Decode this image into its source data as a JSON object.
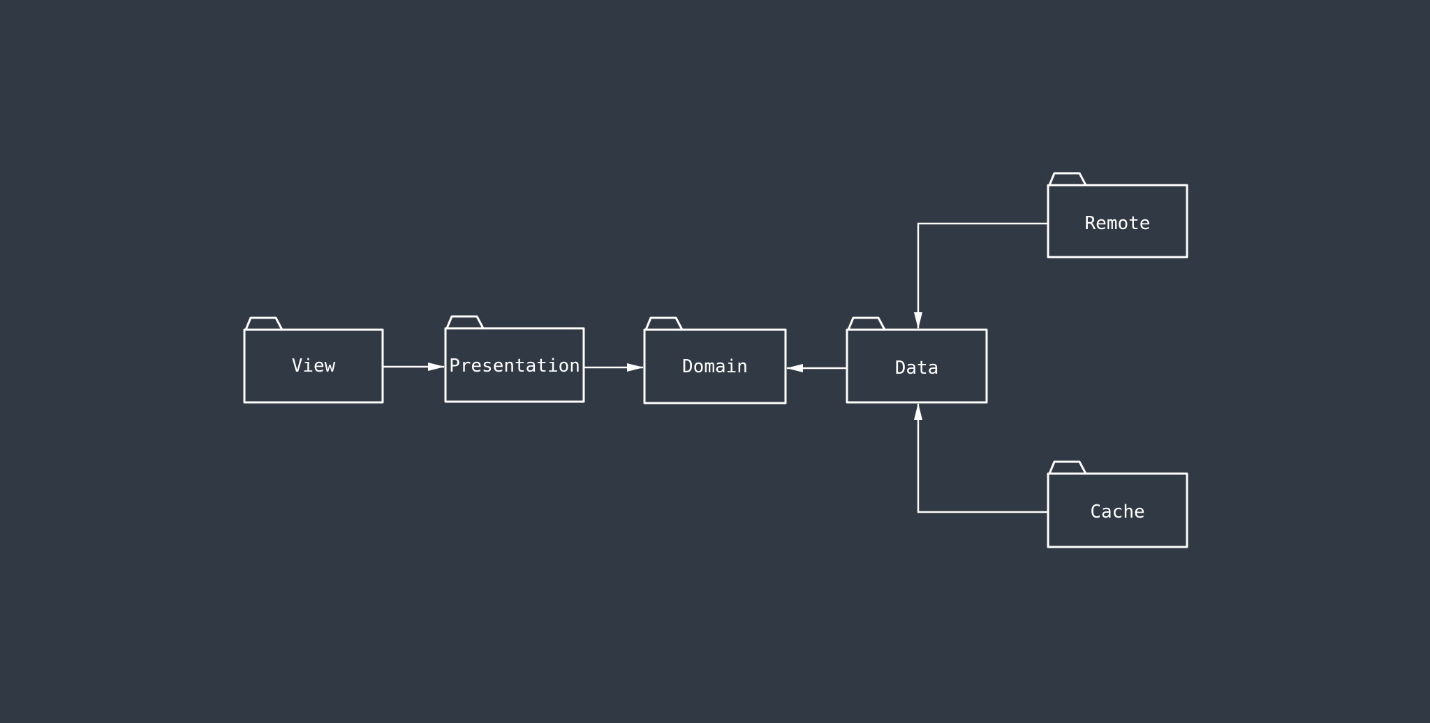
{
  "theme": {
    "background_color": "#313944",
    "line_color": "#ffffff",
    "text_color": "#ffffff"
  },
  "diagram": {
    "type": "architecture-diagram",
    "nodes": [
      {
        "id": "view",
        "label": "View",
        "shape": "folder"
      },
      {
        "id": "presentation",
        "label": "Presentation",
        "shape": "folder"
      },
      {
        "id": "domain",
        "label": "Domain",
        "shape": "folder"
      },
      {
        "id": "data",
        "label": "Data",
        "shape": "folder"
      },
      {
        "id": "remote",
        "label": "Remote",
        "shape": "folder"
      },
      {
        "id": "cache",
        "label": "Cache",
        "shape": "folder"
      }
    ],
    "edges": [
      {
        "from": "View",
        "to": "Presentation",
        "arrow": "into Presentation left edge"
      },
      {
        "from": "Presentation",
        "to": "Domain",
        "arrow": "into Domain left edge"
      },
      {
        "from": "Data",
        "to": "Domain",
        "arrow": "into Domain right edge"
      },
      {
        "from": "Remote",
        "to": "Data",
        "arrow": "down into Data top edge"
      },
      {
        "from": "Cache",
        "to": "Data",
        "arrow": "up into Data bottom edge"
      }
    ]
  }
}
